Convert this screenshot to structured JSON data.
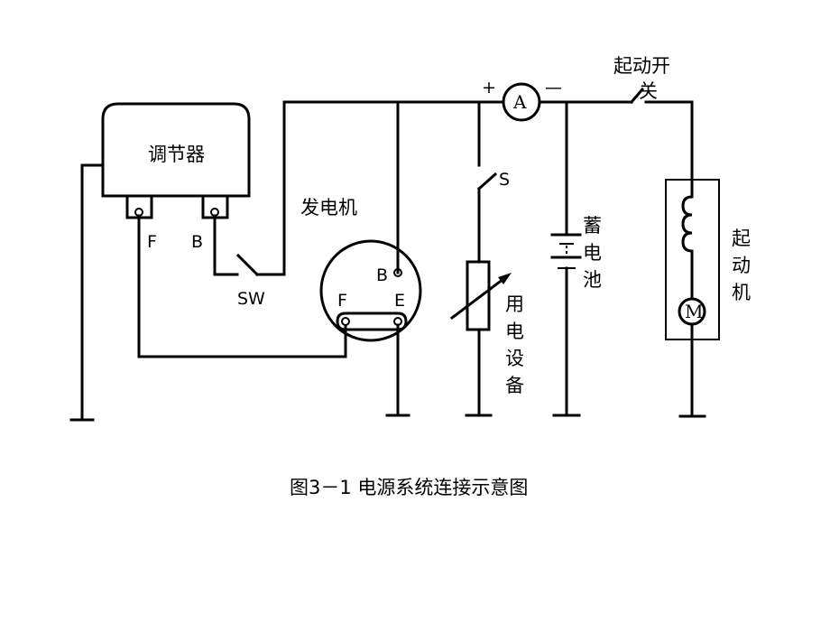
{
  "diagram": {
    "caption": "图3－1 电源系统连接示意图",
    "components": {
      "regulator": {
        "label": "调节器",
        "terminal_f": "F",
        "terminal_b": "B"
      },
      "switch_sw": {
        "label": "SW"
      },
      "generator": {
        "label": "发电机",
        "terminal_b": "B",
        "terminal_f": "F",
        "terminal_e": "E"
      },
      "ammeter": {
        "symbol": "A",
        "plus": "+",
        "minus": "—"
      },
      "switch_s": {
        "label": "S"
      },
      "load": {
        "label_chars": [
          "用",
          "电",
          "设",
          "备"
        ]
      },
      "battery": {
        "label_chars": [
          "蓄",
          "电",
          "池"
        ]
      },
      "start_switch": {
        "label_line1": "起动开",
        "label_line2": "关"
      },
      "starter": {
        "label_chars": [
          "起",
          "动",
          "机"
        ],
        "motor_symbol": "M"
      }
    }
  }
}
